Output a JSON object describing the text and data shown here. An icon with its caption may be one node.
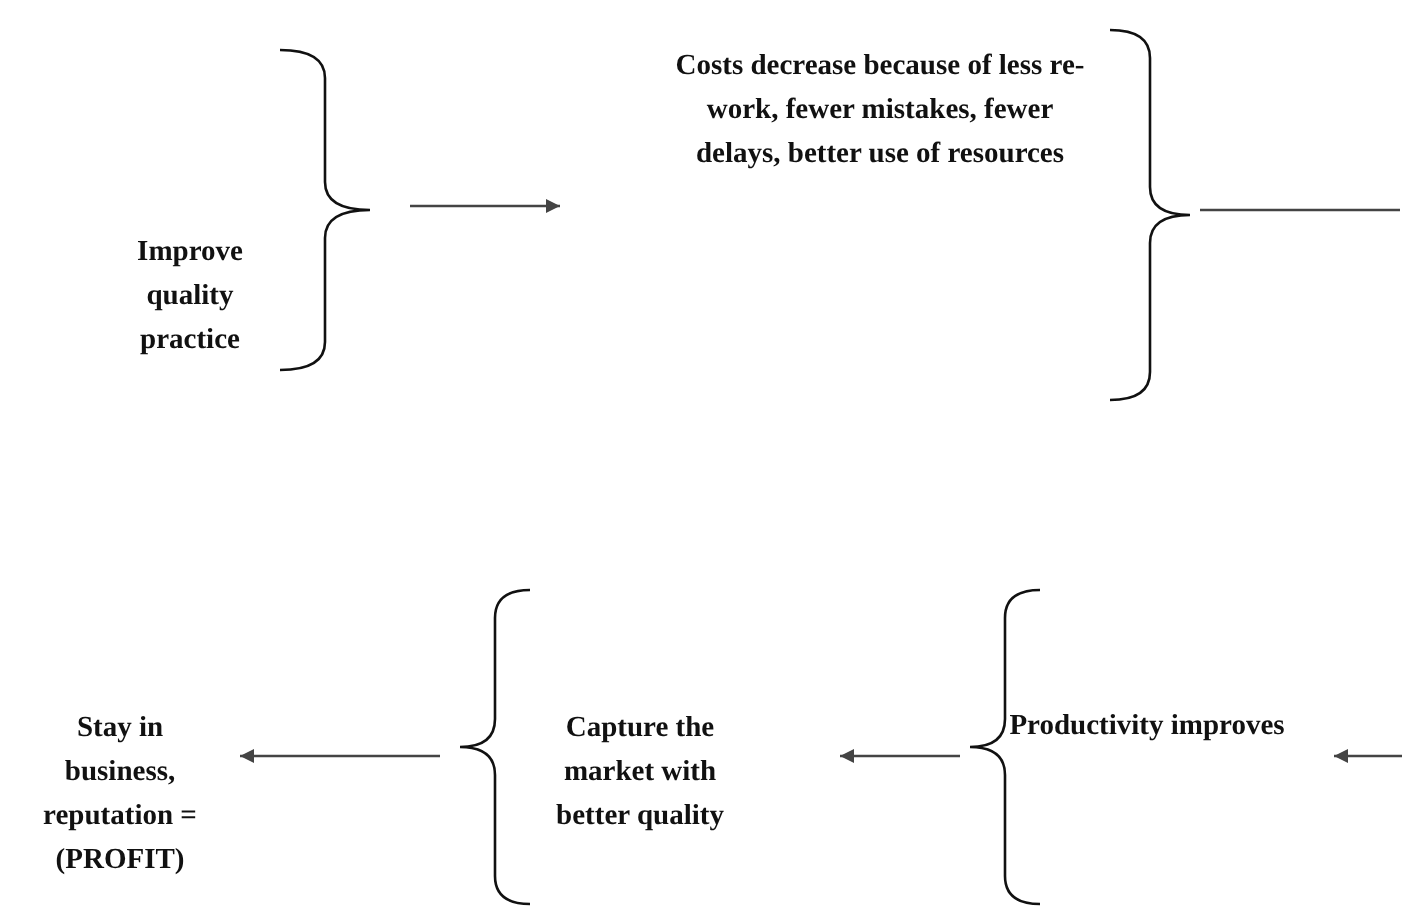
{
  "diagram": {
    "nodes": [
      {
        "text": [
          "Improve quality practice"
        ]
      },
      {
        "text": [
          "Costs decrease because of less re-work, fewer mistakes, fewer delays, better use of resources"
        ]
      },
      {
        "text": [
          "Stay in business, reputation = (PROFIT)"
        ]
      },
      {
        "text": [
          "Capture the market with better quality"
        ]
      },
      {
        "text": [
          "Productivity improves"
        ]
      }
    ],
    "edges": [
      {
        "from": 0,
        "to": 1,
        "arrow": "to"
      },
      {
        "from": 1,
        "to": null,
        "arrow": "none"
      },
      {
        "from": null,
        "to": 4,
        "arrow": "to"
      },
      {
        "from": 4,
        "to": 3,
        "arrow": "to"
      },
      {
        "from": 3,
        "to": 2,
        "arrow": "to"
      }
    ]
  }
}
